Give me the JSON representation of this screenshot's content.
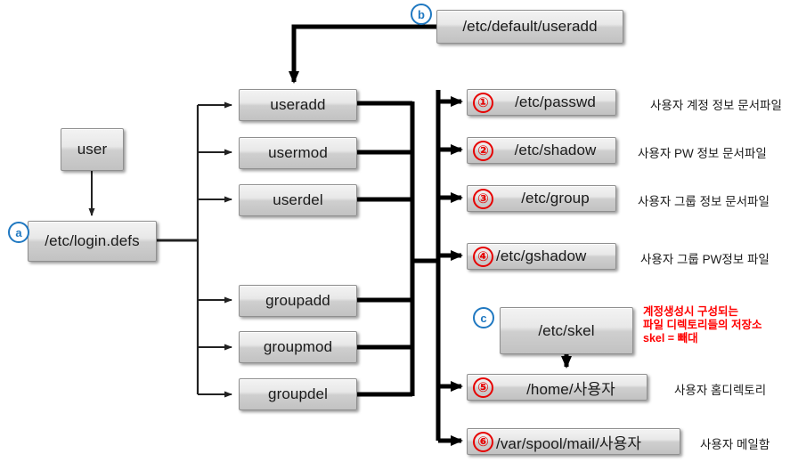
{
  "diagram": {
    "title": "Linux user account management file relationship diagram",
    "colors": {
      "marker_blue": "#1f78c1",
      "number_red": "#e60000",
      "note_red": "#ff0000",
      "box_grey": "#d8d8d8",
      "wire_black": "#000000"
    }
  },
  "markers": [
    {
      "id": "a",
      "label": "a"
    },
    {
      "id": "b",
      "label": "b"
    },
    {
      "id": "c",
      "label": "c"
    }
  ],
  "source": {
    "user_box": "user",
    "config_box": "/etc/login.defs",
    "defaults_box": "/etc/default/useradd"
  },
  "commands": [
    {
      "label": "useradd"
    },
    {
      "label": "usermod"
    },
    {
      "label": "userdel"
    },
    {
      "label": "groupadd"
    },
    {
      "label": "groupmod"
    },
    {
      "label": "groupdel"
    }
  ],
  "files": [
    {
      "num": "①",
      "path": "/etc/passwd",
      "desc": "사용자 계정 정보 문서파일"
    },
    {
      "num": "②",
      "path": "/etc/shadow",
      "desc": "사용자 PW 정보 문서파일"
    },
    {
      "num": "③",
      "path": "/etc/group",
      "desc": "사용자 그룹 정보 문서파일"
    },
    {
      "num": "④",
      "path": "/etc/gshadow",
      "desc": "사용자 그룹 PW정보 파일"
    },
    {
      "num": "⑤",
      "path": "/home/사용자",
      "desc": "사용자 홈디렉토리"
    },
    {
      "num": "⑥",
      "path": "/var/spool/mail/사용자",
      "desc": "사용자 메일함"
    }
  ],
  "skel": {
    "box": "/etc/skel",
    "note_line1": "계정생성시 구성되는",
    "note_line2": "파일 디렉토리들의 저장소",
    "note_line3": "skel = 빼대"
  }
}
